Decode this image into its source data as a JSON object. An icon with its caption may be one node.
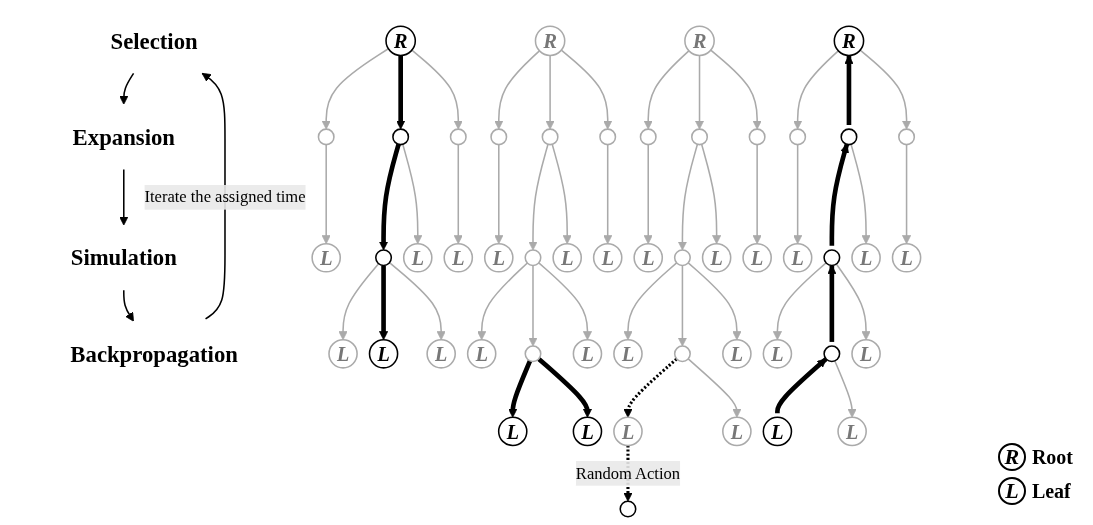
{
  "diagram": {
    "nodes": [
      {
        "text": [
          "Selection"
        ]
      },
      {
        "text": [
          "Expansion"
        ]
      },
      {
        "text": [
          "Simulation"
        ]
      },
      {
        "text": [
          "Backpropagation"
        ]
      },
      {
        "text": [
          "R"
        ]
      },
      {
        "text": [],
        "shape": "circle"
      },
      {
        "text": [],
        "shape": "circle"
      },
      {
        "text": [],
        "shape": "circle"
      },
      {
        "text": [
          "L"
        ]
      },
      {
        "text": [],
        "shape": "circle"
      },
      {
        "text": [
          "L"
        ]
      },
      {
        "text": [
          "L"
        ]
      },
      {
        "text": [
          "L"
        ]
      },
      {
        "text": [
          "L"
        ]
      },
      {
        "text": [
          "L"
        ]
      },
      {
        "text": [
          "R"
        ]
      },
      {
        "text": [],
        "shape": "circle"
      },
      {
        "text": [],
        "shape": "circle"
      },
      {
        "text": [],
        "shape": "circle"
      },
      {
        "text": [
          "L"
        ]
      },
      {
        "text": [],
        "shape": "circle"
      },
      {
        "text": [
          "L"
        ]
      },
      {
        "text": [
          "L"
        ]
      },
      {
        "text": [
          "L"
        ]
      },
      {
        "text": [],
        "shape": "circle"
      },
      {
        "text": [
          "L"
        ]
      },
      {
        "text": [
          "L"
        ]
      },
      {
        "text": [
          "L"
        ]
      },
      {
        "text": [
          "R"
        ]
      },
      {
        "text": [],
        "shape": "circle"
      },
      {
        "text": [],
        "shape": "circle"
      },
      {
        "text": [],
        "shape": "circle"
      },
      {
        "text": [
          "L"
        ]
      },
      {
        "text": [],
        "shape": "circle"
      },
      {
        "text": [
          "L"
        ]
      },
      {
        "text": [
          "L"
        ]
      },
      {
        "text": [
          "L"
        ]
      },
      {
        "text": [],
        "shape": "circle"
      },
      {
        "text": [
          "L"
        ]
      },
      {
        "text": [
          "L"
        ]
      },
      {
        "text": [
          "L"
        ]
      },
      {
        "text": [],
        "shape": "circle"
      },
      {
        "text": [
          "R"
        ]
      },
      {
        "text": [],
        "shape": "circle"
      },
      {
        "text": [],
        "shape": "circle"
      },
      {
        "text": [],
        "shape": "circle"
      },
      {
        "text": [
          "L"
        ]
      },
      {
        "text": [],
        "shape": "circle"
      },
      {
        "text": [
          "L"
        ]
      },
      {
        "text": [
          "L"
        ]
      },
      {
        "text": [
          "L"
        ]
      },
      {
        "text": [],
        "shape": "circle"
      },
      {
        "text": [
          "L"
        ]
      },
      {
        "text": [
          "L"
        ]
      },
      {
        "text": [
          "L"
        ]
      }
    ],
    "edges": [
      {
        "from": 0,
        "to": 1,
        "arrow": "to",
        "color": "#000000"
      },
      {
        "from": 1,
        "to": 2,
        "arrow": "to",
        "color": "#000000"
      },
      {
        "from": 2,
        "to": 3,
        "arrow": "to",
        "color": "#000000"
      },
      {
        "from": 3,
        "to": 0,
        "arrow": "to",
        "color": "#000000",
        "label": "Iterate the assigned time"
      },
      {
        "from": 4,
        "to": 5,
        "arrow": "to"
      },
      {
        "from": 4,
        "to": 6,
        "arrow": "to",
        "style": "thick",
        "color": "#000000"
      },
      {
        "from": 4,
        "to": 7,
        "arrow": "to"
      },
      {
        "from": 5,
        "to": 8,
        "arrow": "to"
      },
      {
        "from": 6,
        "to": 9,
        "arrow": "to",
        "style": "thick",
        "color": "#000000"
      },
      {
        "from": 6,
        "to": 10,
        "arrow": "to"
      },
      {
        "from": 7,
        "to": 11,
        "arrow": "to"
      },
      {
        "from": 9,
        "to": 12,
        "arrow": "to"
      },
      {
        "from": 9,
        "to": 13,
        "arrow": "to",
        "style": "thick",
        "color": "#000000"
      },
      {
        "from": 9,
        "to": 14,
        "arrow": "to"
      },
      {
        "from": 15,
        "to": 16,
        "arrow": "to"
      },
      {
        "from": 15,
        "to": 17,
        "arrow": "to"
      },
      {
        "from": 15,
        "to": 18,
        "arrow": "to"
      },
      {
        "from": 16,
        "to": 19,
        "arrow": "to"
      },
      {
        "from": 17,
        "to": 20,
        "arrow": "to"
      },
      {
        "from": 17,
        "to": 21,
        "arrow": "to"
      },
      {
        "from": 18,
        "to": 22,
        "arrow": "to"
      },
      {
        "from": 20,
        "to": 23,
        "arrow": "to"
      },
      {
        "from": 20,
        "to": 24,
        "arrow": "to"
      },
      {
        "from": 20,
        "to": 25,
        "arrow": "to"
      },
      {
        "from": 24,
        "to": 26,
        "arrow": "to",
        "style": "thick",
        "color": "#000000"
      },
      {
        "from": 24,
        "to": 27,
        "arrow": "to",
        "style": "thick",
        "color": "#000000"
      },
      {
        "from": 28,
        "to": 29,
        "arrow": "to"
      },
      {
        "from": 28,
        "to": 30,
        "arrow": "to"
      },
      {
        "from": 28,
        "to": 31,
        "arrow": "to"
      },
      {
        "from": 29,
        "to": 32,
        "arrow": "to"
      },
      {
        "from": 30,
        "to": 33,
        "arrow": "to"
      },
      {
        "from": 30,
        "to": 34,
        "arrow": "to"
      },
      {
        "from": 31,
        "to": 35,
        "arrow": "to"
      },
      {
        "from": 33,
        "to": 36,
        "arrow": "to"
      },
      {
        "from": 33,
        "to": 37,
        "arrow": "to"
      },
      {
        "from": 33,
        "to": 38,
        "arrow": "to"
      },
      {
        "from": 37,
        "to": 39,
        "arrow": "to",
        "style": "dashed",
        "color": "#000000"
      },
      {
        "from": 37,
        "to": 40,
        "arrow": "to"
      },
      {
        "from": 39,
        "to": 41,
        "arrow": "to",
        "style": "dashed",
        "color": "#000000",
        "label": "Random Action"
      },
      {
        "from": 42,
        "to": 43,
        "arrow": "to"
      },
      {
        "from": 44,
        "to": 42,
        "arrow": "to",
        "style": "thick",
        "color": "#000000"
      },
      {
        "from": 42,
        "to": 45,
        "arrow": "to"
      },
      {
        "from": 43,
        "to": 46,
        "arrow": "to"
      },
      {
        "from": 47,
        "to": 44,
        "arrow": "to",
        "style": "thick",
        "color": "#000000"
      },
      {
        "from": 44,
        "to": 48,
        "arrow": "to"
      },
      {
        "from": 45,
        "to": 49,
        "arrow": "to"
      },
      {
        "from": 47,
        "to": 50,
        "arrow": "to"
      },
      {
        "from": 51,
        "to": 47,
        "arrow": "to",
        "style": "thick",
        "color": "#000000"
      },
      {
        "from": 47,
        "to": 52,
        "arrow": "to"
      },
      {
        "from": 53,
        "to": 51,
        "arrow": "to",
        "style": "thick",
        "color": "#000000"
      },
      {
        "from": 51,
        "to": 54,
        "arrow": "to"
      }
    ],
    "labels": [
      "R",
      "L"
    ],
    "legend": [
      {
        "text": "Root"
      },
      {
        "text": "Leaf"
      }
    ]
  }
}
